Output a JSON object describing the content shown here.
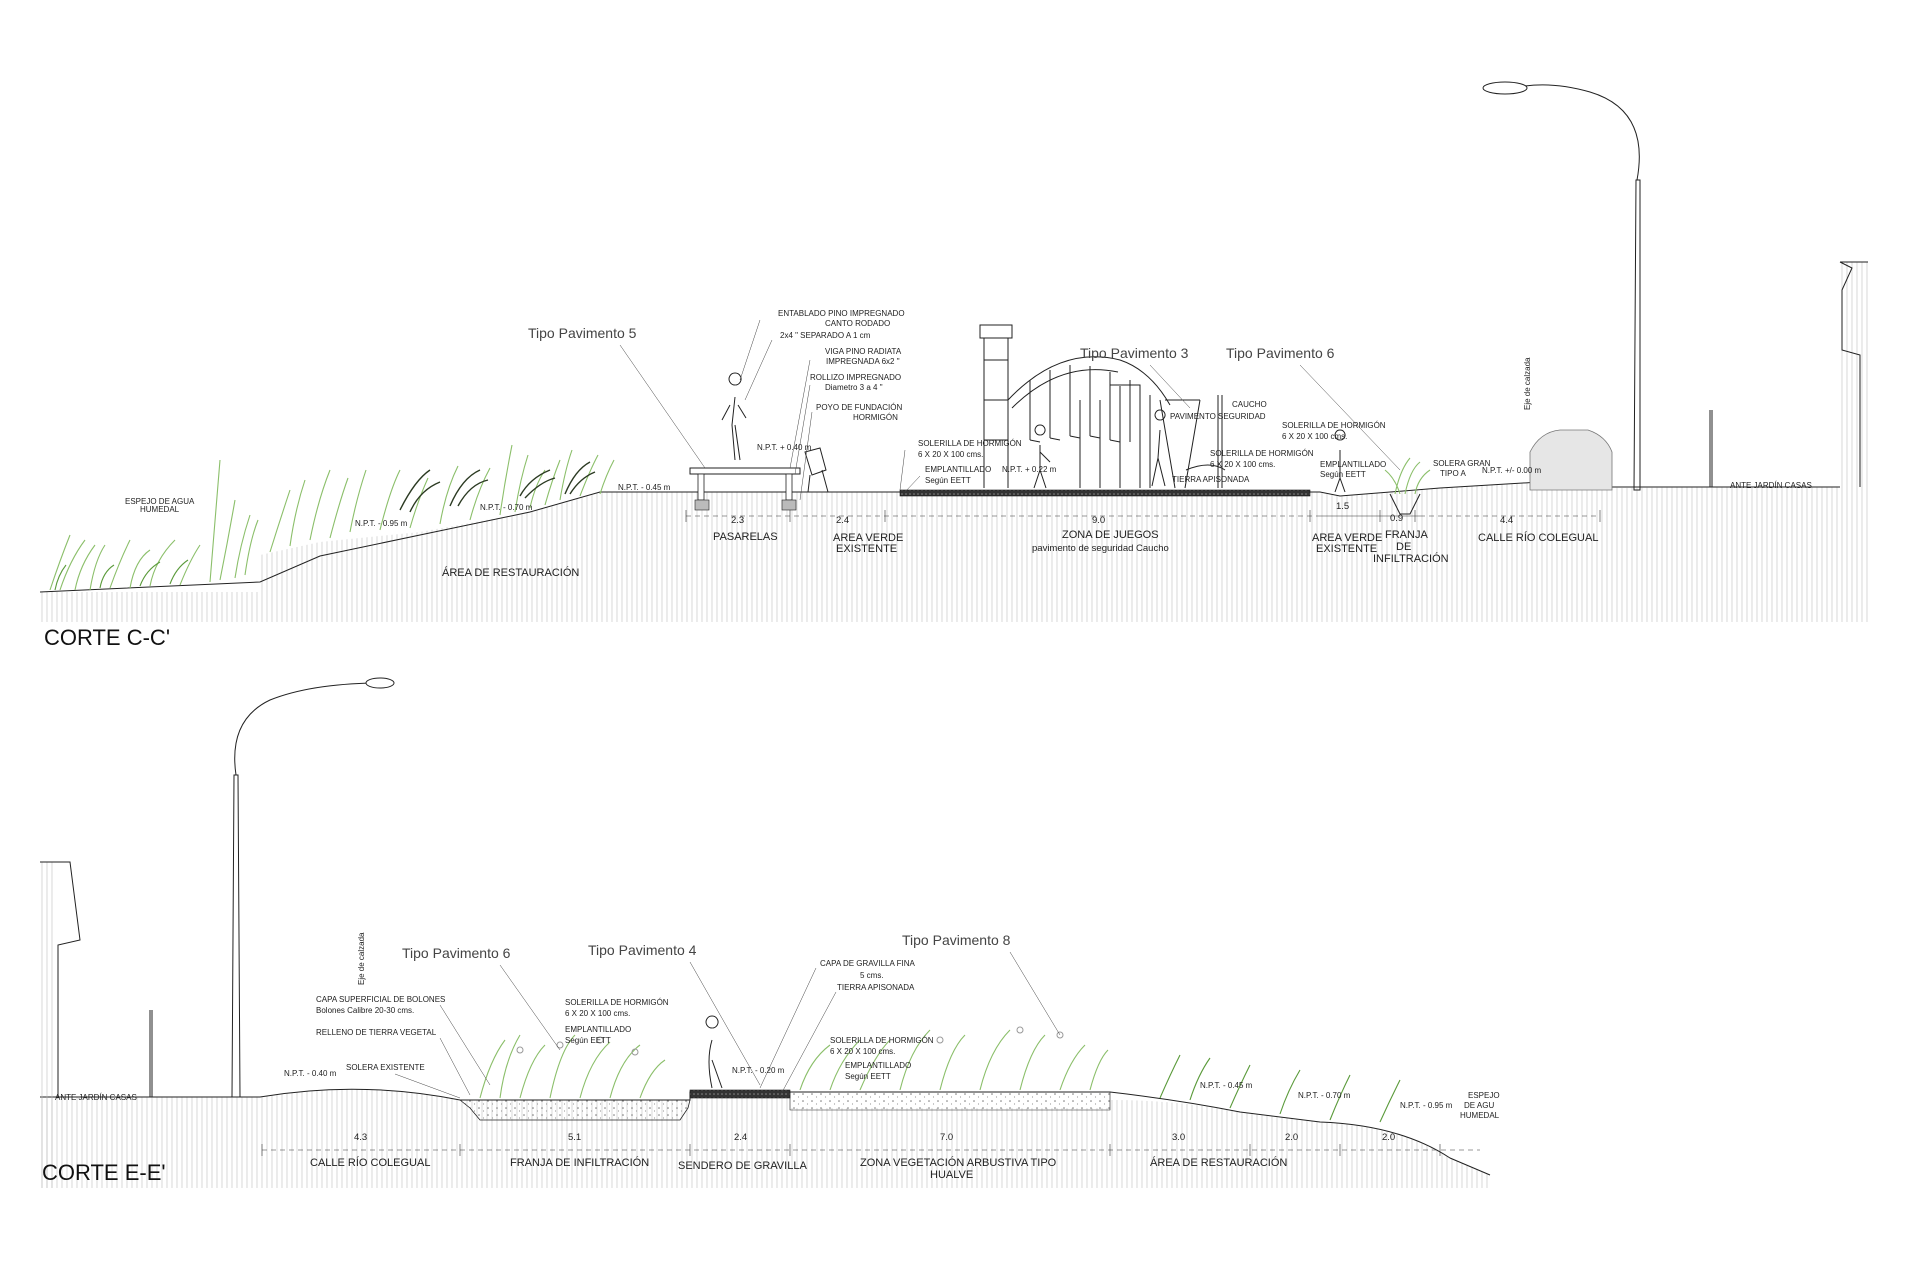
{
  "section_cc": {
    "title": "CORTE C-C'",
    "pavement_labels": [
      "Tipo Pavimento 5",
      "Tipo Pavimento 3",
      "Tipo Pavimento 6"
    ],
    "notes": {
      "espejo": "ESPEJO DE AGUA",
      "humedal": "HUMEDAL",
      "restauracion": "ÁREA DE RESTAURACIÓN",
      "npt_095": "N.P.T. - 0.95 m",
      "npt_070": "N.P.T. - 0.70 m",
      "npt_045": "N.P.T. - 0.45 m",
      "npt_040": "N.P.T. + 0.40 m",
      "npt_022": "N.P.T. + 0.22 m",
      "npt_000": "N.P.T. +/- 0.00 m",
      "entablado1": "ENTABLADO PINO IMPREGNADO",
      "entablado2": "CANTO RODADO",
      "entablado3": "2x4 \" SEPARADO A 1 cm",
      "viga1": "VIGA PINO RADIATA",
      "viga2": "IMPREGNADA 6x2 \"",
      "rollizo1": "ROLLIZO IMPREGNADO",
      "rollizo2": "Diametro 3 a 4 \"",
      "poyo1": "POYO DE FUNDACIÓN",
      "poyo2": "HORMIGÓN",
      "solerilla1": "SOLERILLA DE HORMIGÓN",
      "solerilla2": "6 X 20 X 100 cms.",
      "emplantillado": "EMPLANTILLADO",
      "segun": "Según EETT",
      "caucho": "CAUCHO",
      "pav_seg": "PAVIMENTO SEGURIDAD",
      "tierra": "TIERRA APISONADA",
      "solera_grani": "SOLERA GRAN",
      "tipo_a": "TIPO A",
      "eje": "Eje de calzada",
      "ante_jardin": "ANTE JARDÍN CASAS"
    },
    "dims": [
      "2.3",
      "2.4",
      "9.0",
      "1.5",
      "0.9",
      "4.4"
    ],
    "zones": {
      "pasarelas": "PASARELAS",
      "area_verde_1": "AREA VERDE",
      "area_verde_2": "EXISTENTE",
      "zona_juegos": "ZONA DE JUEGOS",
      "pav_caucho": "pavimento de seguridad Caucho",
      "av2_1": "AREA VERDE",
      "av2_2": "EXISTENTE",
      "franja_1": "FRANJA",
      "franja_2": "DE",
      "franja_3": "INFILTRACIÓN",
      "calle": "CALLE RÍO COLEGUAL"
    }
  },
  "section_ee": {
    "title": "CORTE E-E'",
    "pavement_labels": [
      "Tipo Pavimento 6",
      "Tipo Pavimento 4",
      "Tipo Pavimento 8"
    ],
    "notes": {
      "capa1": "CAPA SUPERFICIAL DE BOLONES",
      "capa2": "Bolones Calibre 20-30  cms.",
      "relleno": "RELLENO DE TIERRA VEGETAL",
      "solera_ex": "SOLERA EXISTENTE",
      "npt_040": "N.P.T. - 0.40 m",
      "npt_020": "N.P.T. - 0.20 m",
      "npt_045": "N.P.T. - 0.45 m",
      "npt_070": "N.P.T. - 0.70 m",
      "npt_095": "N.P.T. - 0.95 m",
      "solerilla1": "SOLERILLA DE HORMIGÓN",
      "solerilla2": "6 X 20 X 100 cms.",
      "emplantillado": "EMPLANTILLADO",
      "segun": "Según EETT",
      "gravilla": "CAPA DE GRAVILLA FINA",
      "cinco": "5 cms.",
      "tierra": "TIERRA APISONADA",
      "eje": "Eje de calzada",
      "ante_jardin": "ANTE JARDÍN CASAS",
      "espejo1": "ESPEJO",
      "espejo2": "DE AGU",
      "espejo3": "HUMEDAL"
    },
    "dims": [
      "4.3",
      "5.1",
      "2.4",
      "7.0",
      "3.0",
      "2.0",
      "2.0"
    ],
    "zones": {
      "calle": "CALLE RÍO COLEGUAL",
      "franja": "FRANJA DE INFILTRACIÓN",
      "sendero": "SENDERO DE GRAVILLA",
      "zona_veg_1": "ZONA VEGETACIÓN  ARBUSTIVA  TIPO",
      "zona_veg_2": "HUALVE",
      "restauracion": "ÁREA DE RESTAURACIÓN"
    }
  }
}
